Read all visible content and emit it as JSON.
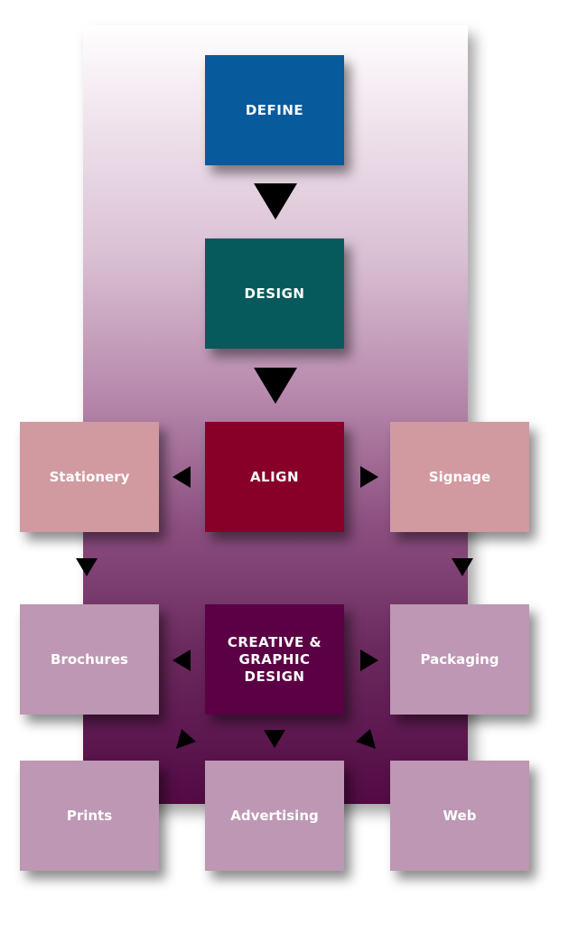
{
  "colors": {
    "define": "#075a9c",
    "design": "#075a5c",
    "align": "#880028",
    "creative": "#5b0044",
    "output_light_pink": "#d19aa0",
    "output_mauve": "#bd97b3"
  },
  "nodes": {
    "define": "DEFINE",
    "design": "DESIGN",
    "align": "ALIGN",
    "stationery": "Stationery",
    "signage": "Signage",
    "creative": "CREATIVE & GRAPHIC DESIGN",
    "brochures": "Brochures",
    "packaging": "Packaging",
    "prints": "Prints",
    "advertising": "Advertising",
    "web": "Web"
  }
}
